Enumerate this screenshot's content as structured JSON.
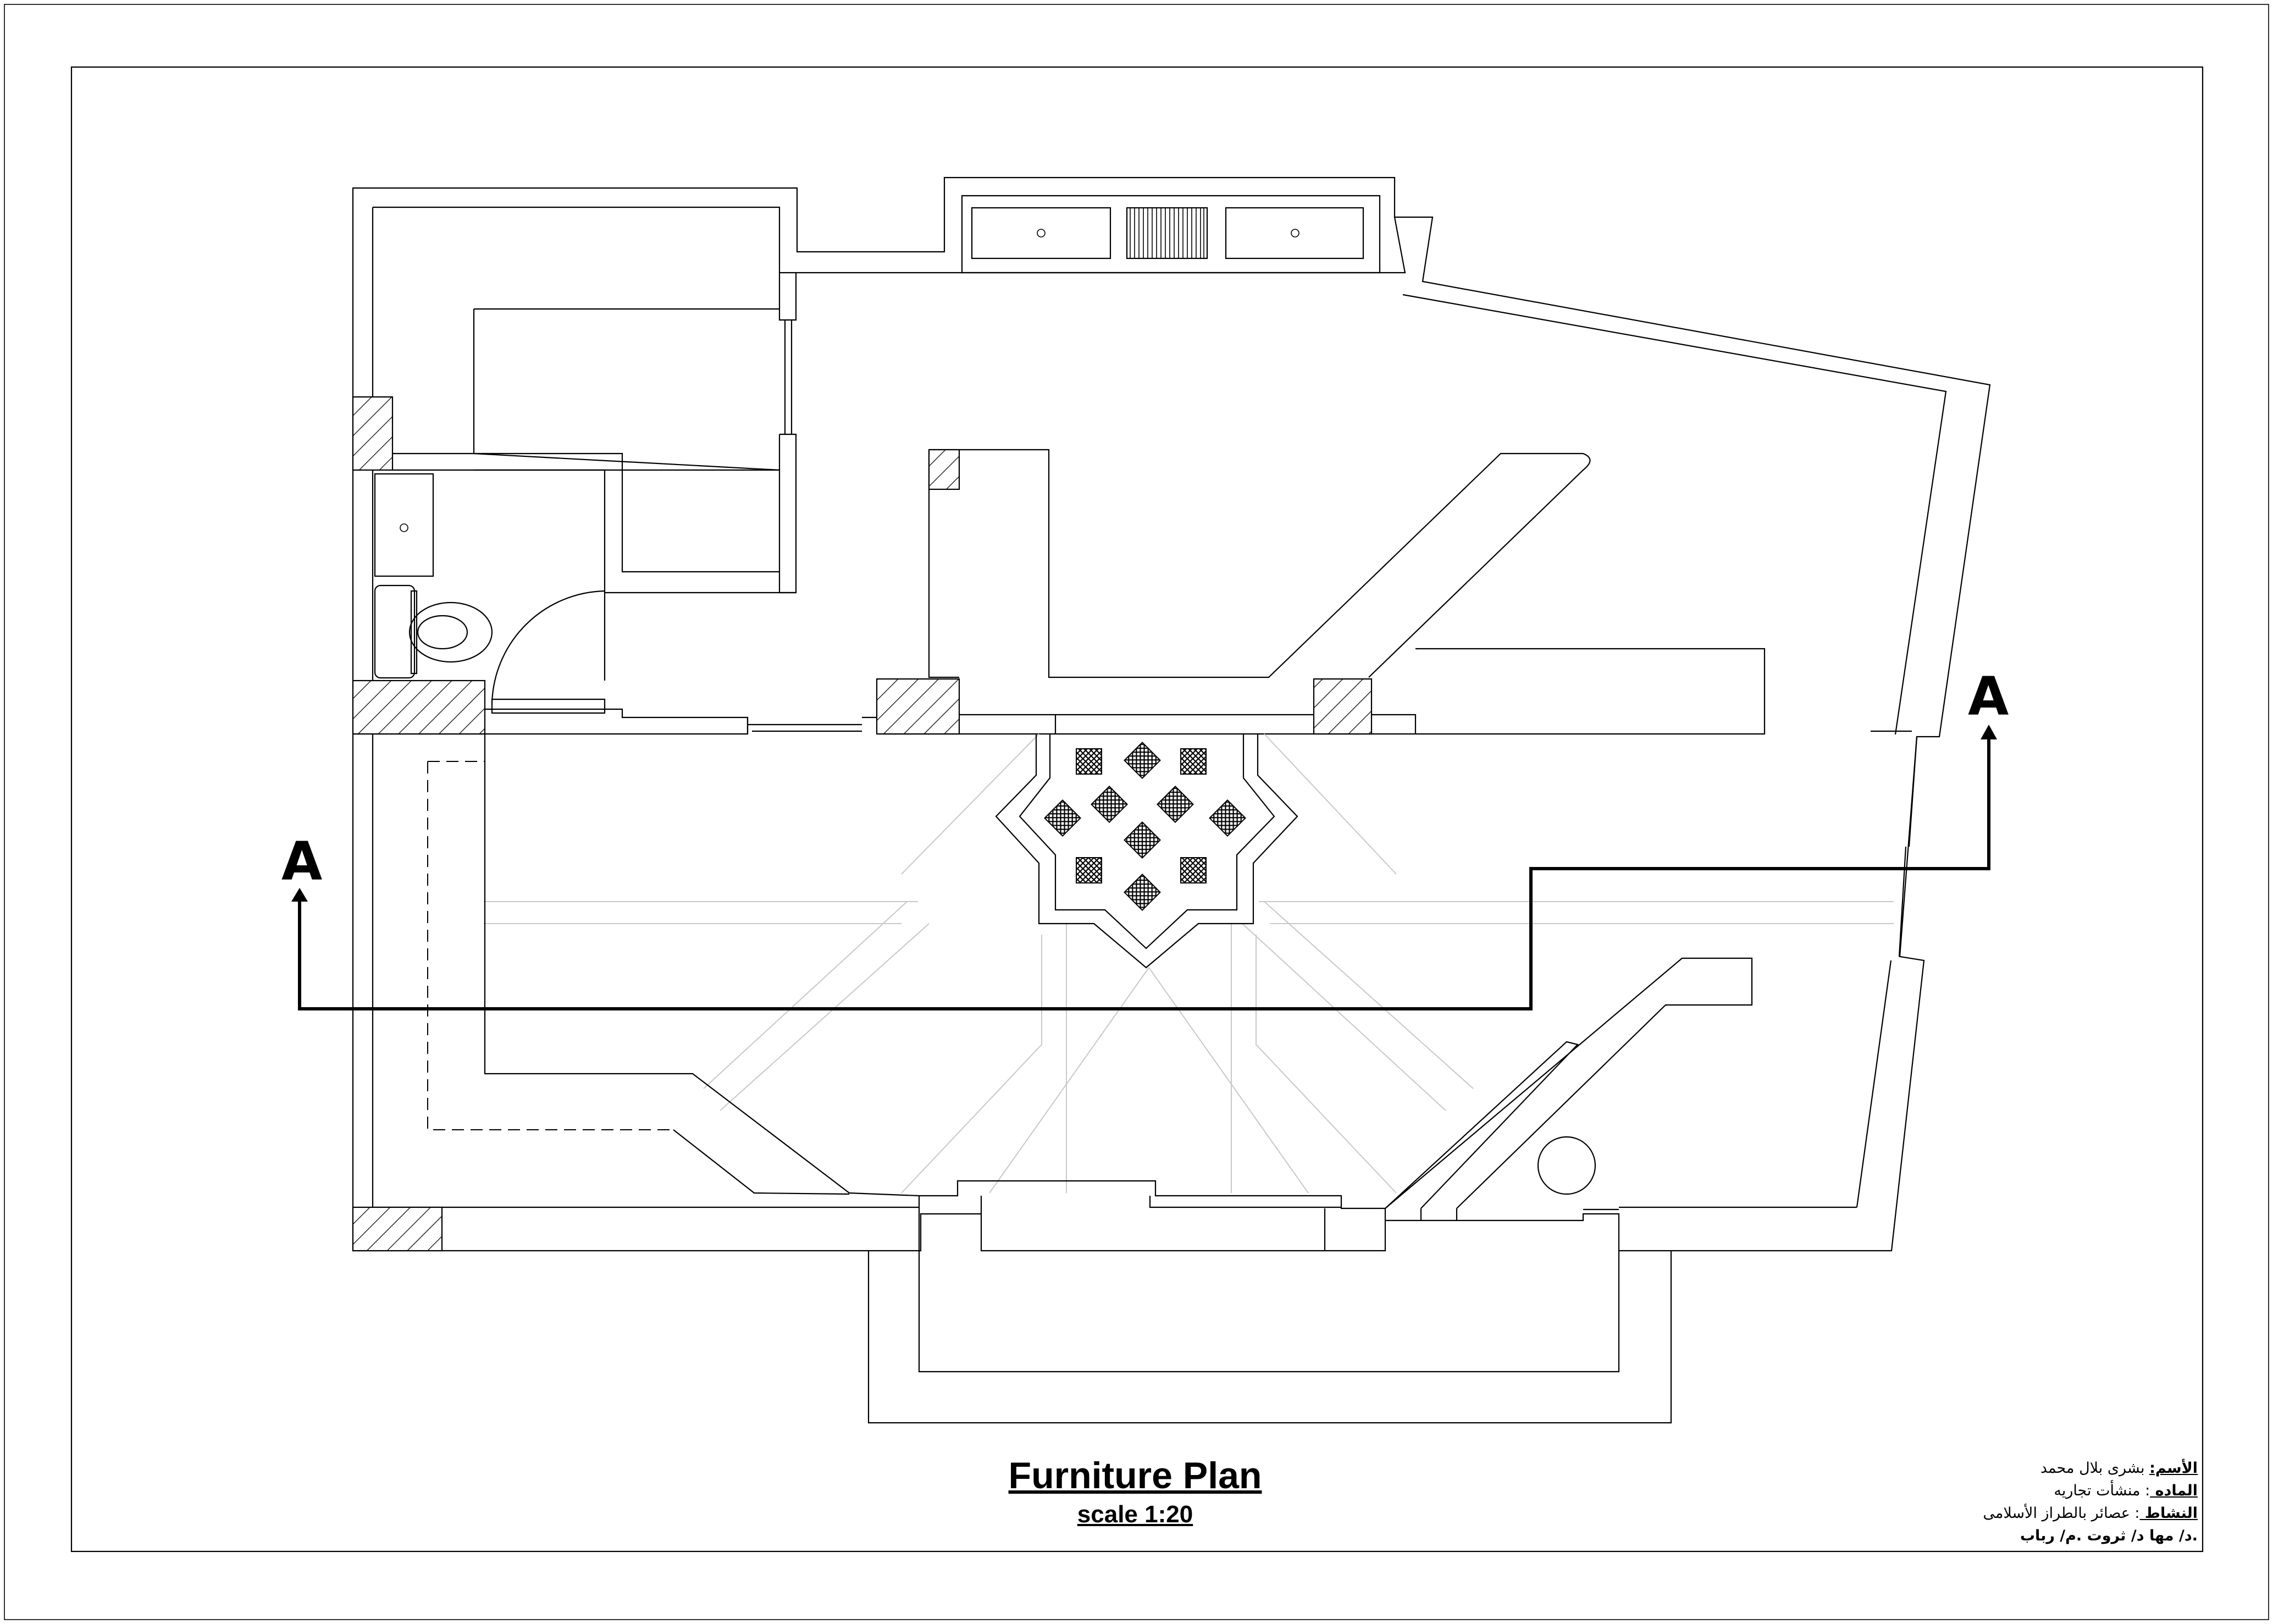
{
  "drawing": {
    "title": "Furniture Plan",
    "scale": "scale 1:20",
    "section_marker": "A"
  },
  "info": {
    "name_label": "الأسم:",
    "name_value": " بشرى بلال محمد",
    "subject_label": "الماده ",
    "subject_value": ": منشأت تجاريه",
    "activity_label": "النشاط ",
    "activity_value": ": عصائر بالطراز الأسلامى",
    "supervisors": ".د/ مها د/ ثروت     .م/ رباب"
  }
}
